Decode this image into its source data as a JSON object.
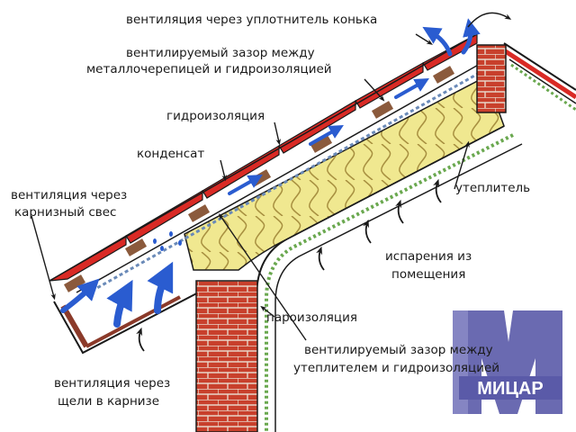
{
  "labels": {
    "ridge_ventilation": "вентиляция через уплотнитель конька",
    "gap_line1": "вентилируемый зазор между",
    "gap_line2": "металлочерепицей и гидроизоляцией",
    "waterproofing": "гидроизоляция",
    "condensate": "конденсат",
    "eave_vent_line1": "вентиляция через",
    "eave_vent_line2": "карнизный свес",
    "insulation": "утеплитель",
    "evap_line1": "испарения из",
    "evap_line2": "помещения",
    "vapor_barrier": "пароизоляция",
    "gap2_line1": "вентилируемый зазор между",
    "gap2_line2": "утеплителем и гидроизоляцией",
    "slot_vent_line1": "вентиляция через",
    "slot_vent_line2": "щели в карнизе"
  },
  "logo": {
    "text": "МИЦАР",
    "colors": {
      "main": "#5a5aa8",
      "light": "#8c8cc8"
    }
  },
  "colors": {
    "roof_tile": "#d92a25",
    "brick": "#c8402c",
    "insulation": "#f0e890",
    "airflow_arrow": "#2a5cd0",
    "outline": "#1a1a1a"
  }
}
